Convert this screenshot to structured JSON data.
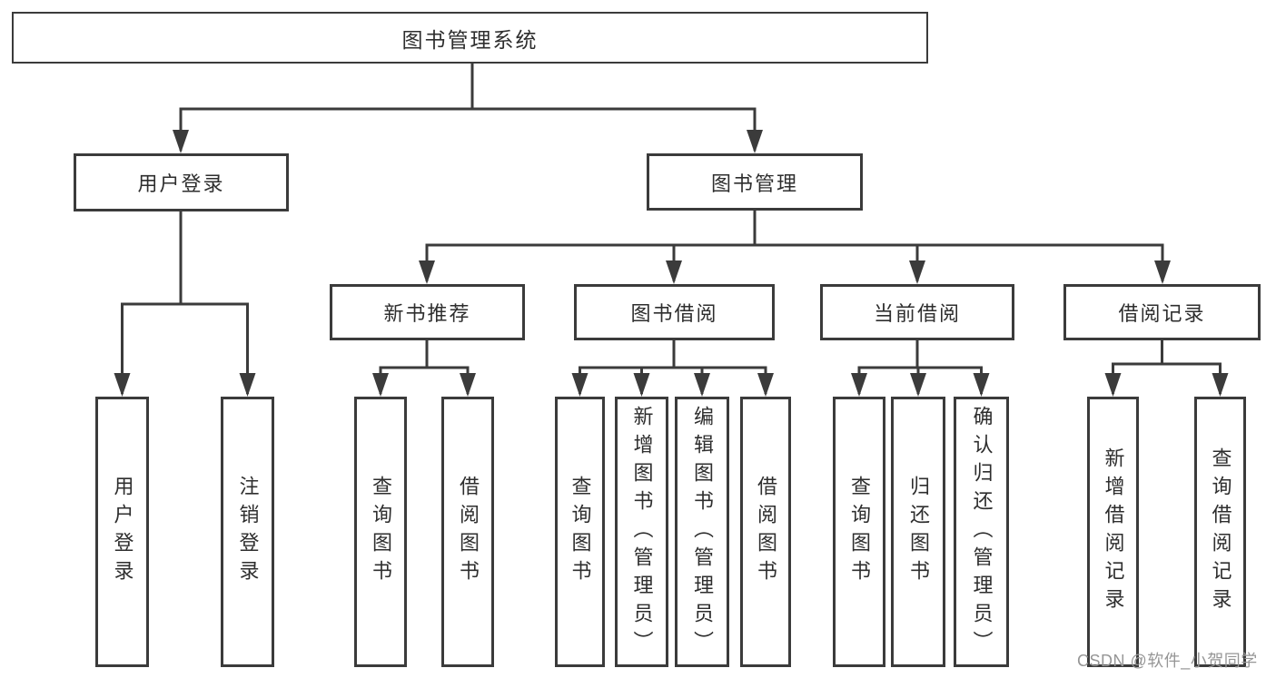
{
  "diagram": {
    "type": "hierarchy-tree",
    "tree": {
      "label": "图书管理系统",
      "children": [
        {
          "label": "用户登录",
          "children": [
            {
              "label": "用户登录"
            },
            {
              "label": "注销登录"
            }
          ]
        },
        {
          "label": "图书管理",
          "children": [
            {
              "label": "新书推荐",
              "children": [
                {
                  "label": "查询图书"
                },
                {
                  "label": "借阅图书"
                }
              ]
            },
            {
              "label": "图书借阅",
              "children": [
                {
                  "label": "查询图书"
                },
                {
                  "label": "新增图书（管理员）"
                },
                {
                  "label": "编辑图书（管理员）"
                },
                {
                  "label": "借阅图书"
                }
              ]
            },
            {
              "label": "当前借阅",
              "children": [
                {
                  "label": "查询图书"
                },
                {
                  "label": "归还图书"
                },
                {
                  "label": "确认归还（管理员）"
                }
              ]
            },
            {
              "label": "借阅记录",
              "children": [
                {
                  "label": "新增借阅记录"
                },
                {
                  "label": "查询借阅记录"
                }
              ]
            }
          ]
        }
      ]
    },
    "colors": {
      "line": "#3b3b3b",
      "box_border": "#3b3b3b",
      "box_fill": "#ffffff",
      "text": "#2e2e2e",
      "background": "#ffffff"
    }
  },
  "watermark": {
    "text": "CSDN @软件_小贺同学",
    "color": "#969696"
  }
}
